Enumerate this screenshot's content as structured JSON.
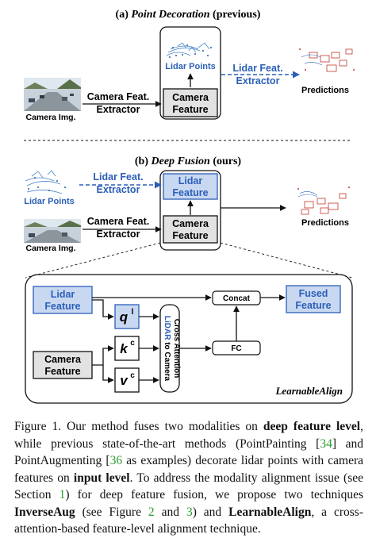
{
  "section_a": {
    "label": "(a)",
    "title_italic": "Point Decoration",
    "title_suffix": "(previous)",
    "lidar_points": "Lidar Points",
    "lidar_extractor_line1": "Lidar Feat.",
    "lidar_extractor_line2": "Extractor",
    "camera_extractor_line1": "Camera Feat.",
    "camera_extractor_line2": "Extractor",
    "camera_feature_line1": "Camera",
    "camera_feature_line2": "Feature",
    "camera_img": "Camera Img.",
    "predictions": "Predictions"
  },
  "section_b": {
    "label": "(b)",
    "title_italic": "Deep Fusion",
    "title_suffix": "(ours)",
    "lidar_points": "Lidar Points",
    "lidar_extractor_line1": "Lidar Feat.",
    "lidar_extractor_line2": "Extractor",
    "lidar_feature_line1": "Lidar",
    "lidar_feature_line2": "Feature",
    "camera_extractor_line1": "Camera Feat.",
    "camera_extractor_line2": "Extractor",
    "camera_feature_line1": "Camera",
    "camera_feature_line2": "Feature",
    "camera_img": "Camera Img.",
    "predictions": "Predictions"
  },
  "align_block": {
    "lidar_feature_line1": "Lidar",
    "lidar_feature_line2": "Feature",
    "camera_feature_line1": "Camera",
    "camera_feature_line2": "Feature",
    "q_base": "q",
    "q_sup": "l",
    "k_base": "k",
    "k_sup": "c",
    "v_base": "v",
    "v_sup": "c",
    "attention_lidar": "LiDAR",
    "attention_rest_line1": " to Camera",
    "attention_line2": "Cross Attention",
    "concat": "Concat",
    "fc": "FC",
    "fused_line1": "Fused",
    "fused_line2": "Feature",
    "title": "LearnableAlign"
  },
  "colors": {
    "blue_box_fill": "#c9d8f1",
    "blue_box_stroke": "#2b5fb8",
    "blue_text": "#2b5fb8",
    "gray_box_fill": "#e2e2e2",
    "link_green": "#2e9c2e"
  },
  "caption": {
    "p1": "Figure 1. Our method fuses two modalities on ",
    "b1": "deep feature level",
    "p2": ", while previous state-of-the-art methods (PointPainting [",
    "r1": "34",
    "p3": "] and PointAugmenting [",
    "r2": "36",
    "p4": " as examples) decorate lidar points with camera features on ",
    "b2": "input level",
    "p5": ". To address the modality alignment issue (see Section ",
    "r3": "1",
    "p6": ") for deep feature fusion, we propose two techniques ",
    "b3": "InverseAug",
    "p7": " (see Figure ",
    "r4": "2",
    "p8": " and ",
    "r5": "3",
    "p9": ") and ",
    "b4": "LearnableAlign",
    "p10": ", a cross-attention-based feature-level alignment technique."
  }
}
